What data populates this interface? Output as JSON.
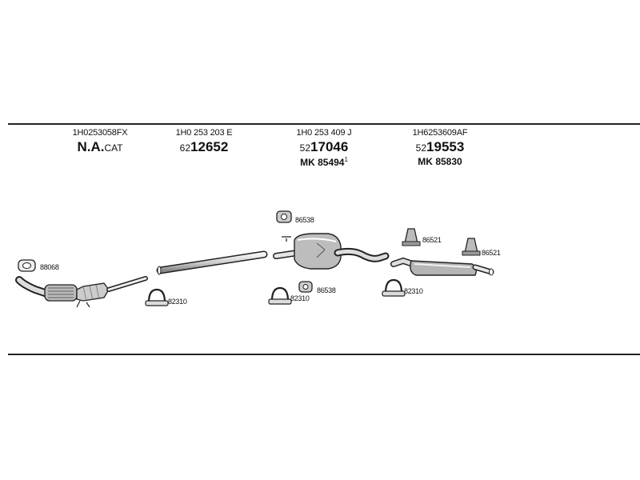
{
  "columns": [
    {
      "oe": "1H0253058FX",
      "prefix": "N.A.",
      "suffix": "CAT",
      "mk_label": "",
      "mk_number": "",
      "mk_sup": ""
    },
    {
      "oe": "1H0 253 203 E",
      "prefix": "62",
      "suffix": "12652",
      "mk_label": "",
      "mk_number": "",
      "mk_sup": ""
    },
    {
      "oe": "1H0 253 409 J",
      "prefix": "52",
      "suffix": "17046",
      "mk_label": "MK",
      "mk_number": "85494",
      "mk_sup": "1"
    },
    {
      "oe": "1H6253609AF",
      "prefix": "52",
      "suffix": "19553",
      "mk_label": "MK",
      "mk_number": "85830",
      "mk_sup": ""
    }
  ],
  "parts": {
    "gasket_1": "88068",
    "clamp_1": "82310",
    "hanger_top": "86538",
    "clamp_2": "82310",
    "hanger_mid": "86538",
    "clamp_3": "82310",
    "mount_1": "86521",
    "mount_2": "86521"
  }
}
